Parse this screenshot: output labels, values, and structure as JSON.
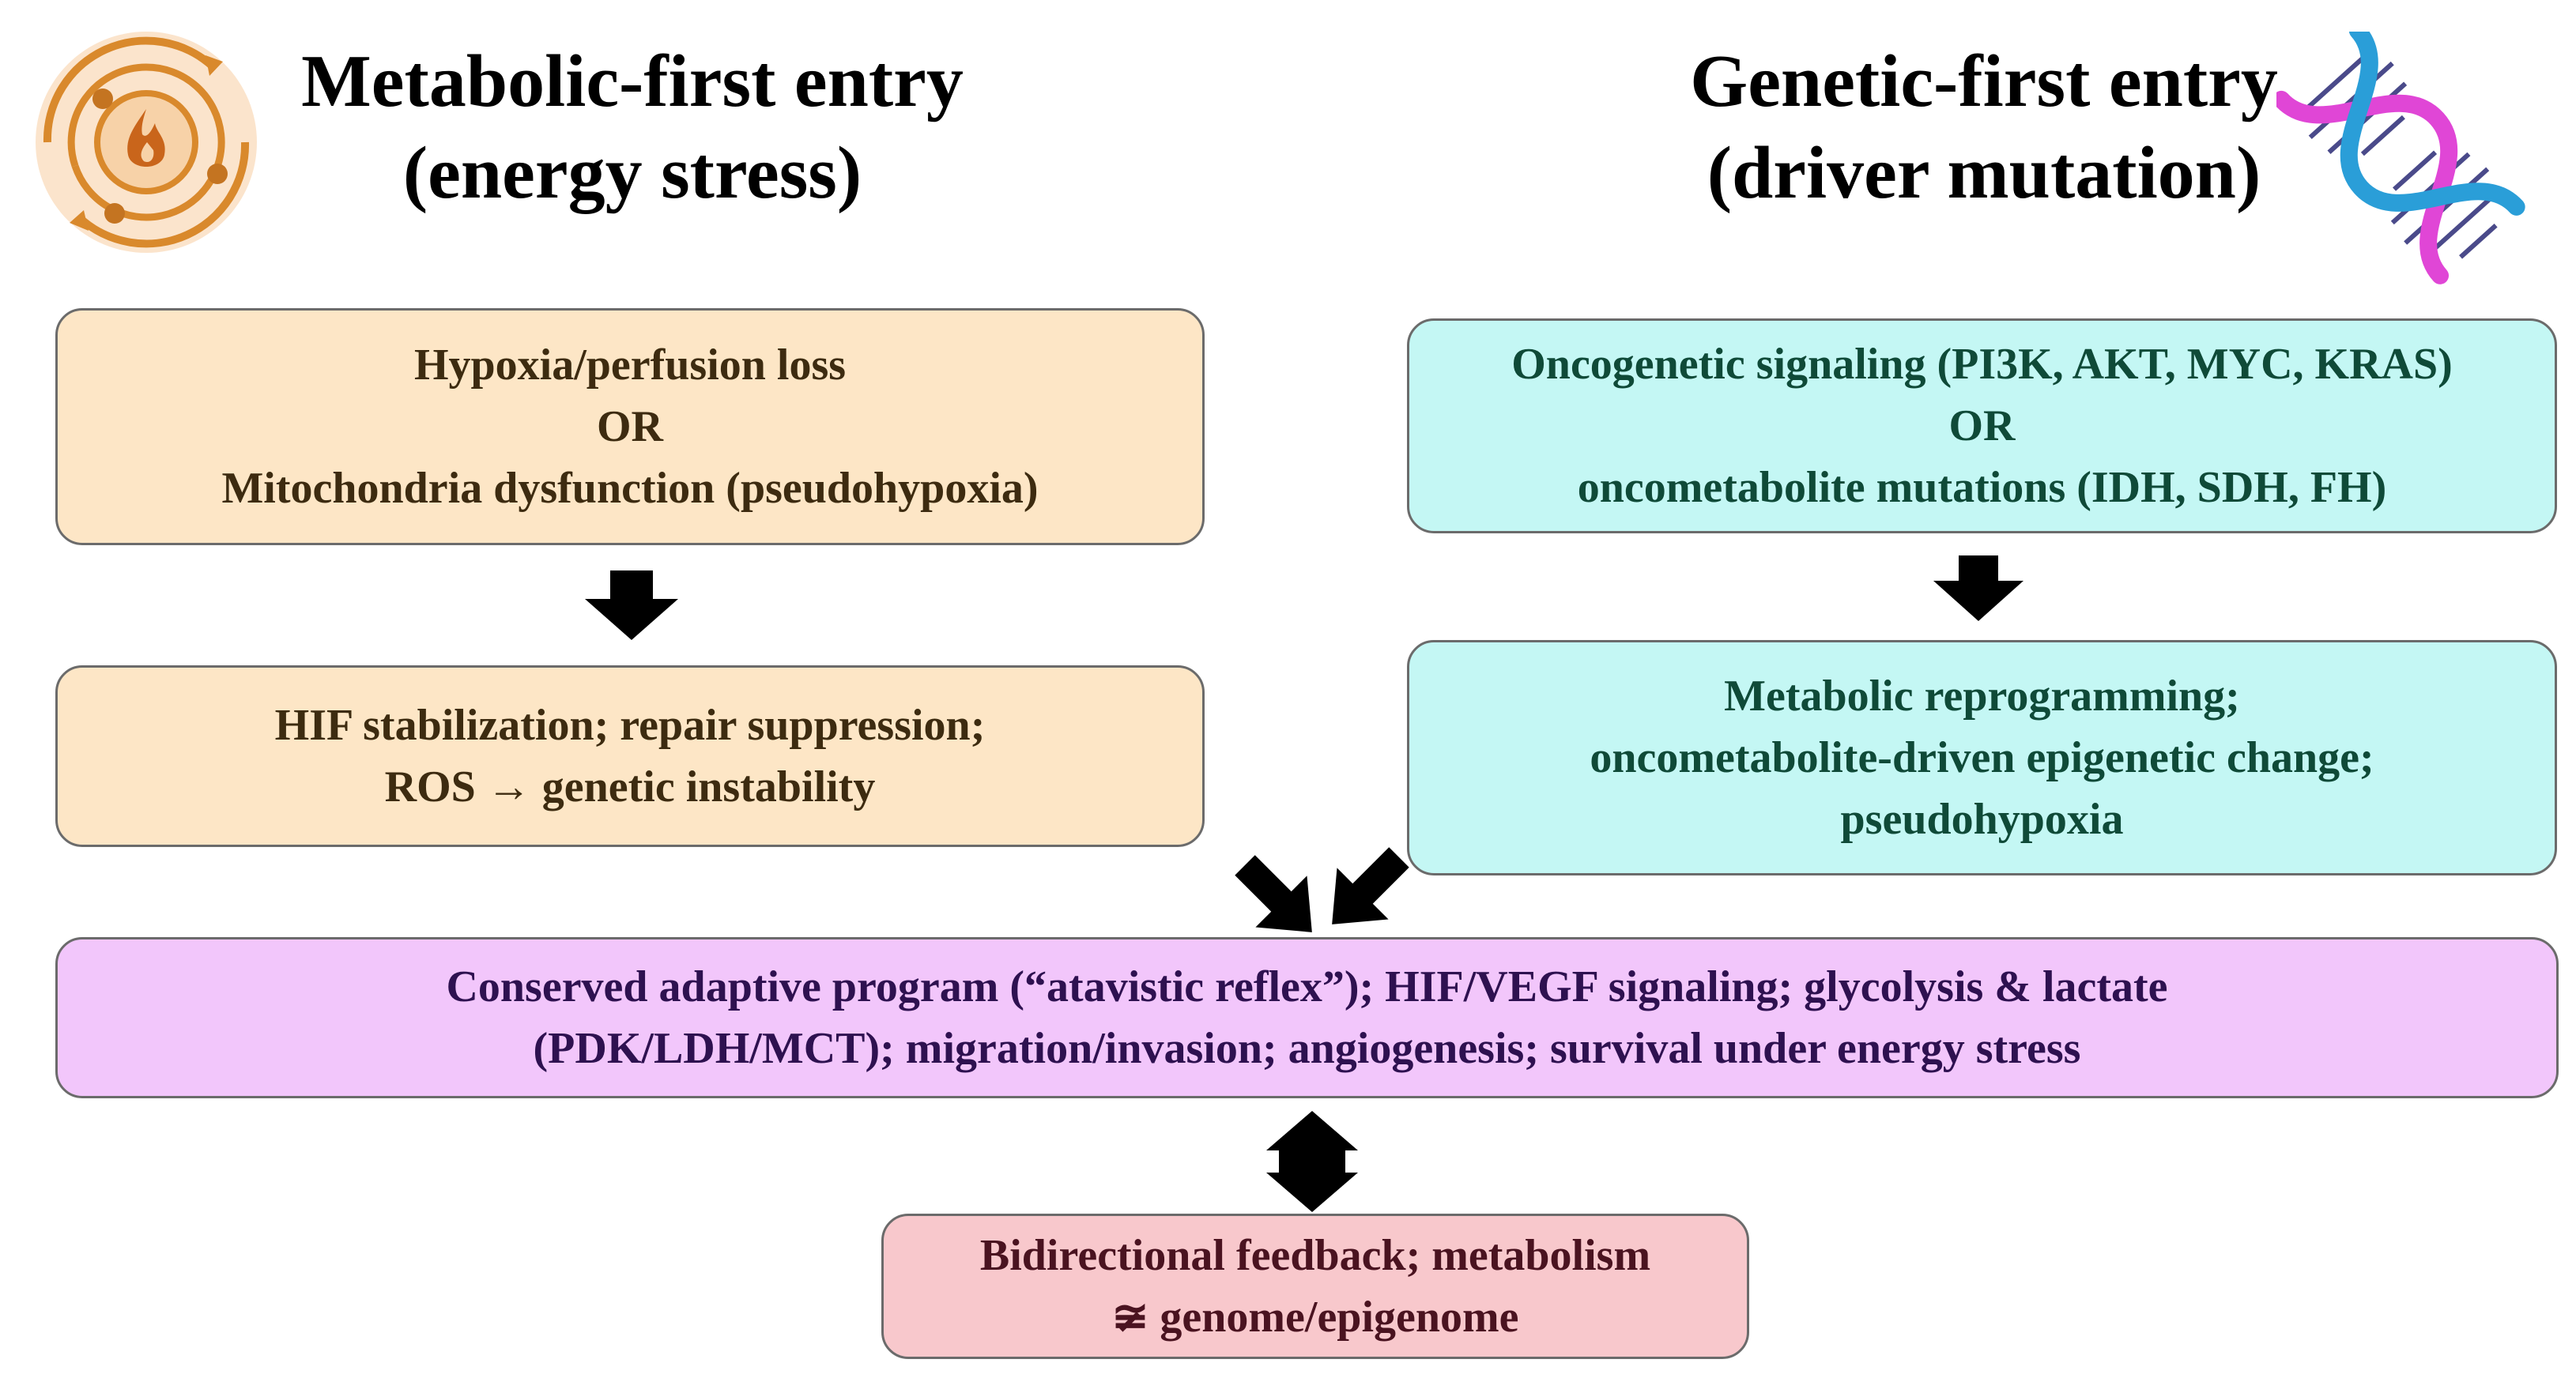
{
  "headings": {
    "metabolic": {
      "line1": "Metabolic-first entry",
      "line2": "(energy stress)"
    },
    "genetic": {
      "line1": "Genetic-first entry",
      "line2": "(driver mutation)"
    }
  },
  "boxes": {
    "metabolic_trigger": {
      "lines": [
        "Hypoxia/perfusion loss",
        "OR",
        "Mitochondria dysfunction (pseudohypoxia)"
      ],
      "color": "#fde6c6"
    },
    "metabolic_outcome": {
      "lines": [
        "HIF stabilization; repair suppression;",
        "ROS → genetic instability"
      ],
      "color": "#fde6c6"
    },
    "genetic_trigger": {
      "lines": [
        "Oncogenetic signaling (PI3K, AKT, MYC, KRAS)",
        "OR",
        "oncometabolite mutations (IDH, SDH, FH)"
      ],
      "color": "#c4f7f4"
    },
    "genetic_outcome": {
      "lines": [
        "Metabolic reprogramming;",
        "oncometabolite-driven epigenetic change;",
        "pseudohypoxia"
      ],
      "color": "#c4f7f4"
    },
    "adaptive_program": {
      "lines": [
        "Conserved adaptive program (“atavistic reflex”); HIF/VEGF signaling; glycolysis & lactate",
        "(PDK/LDH/MCT); migration/invasion; angiogenesis; survival under energy stress"
      ],
      "color": "#f2c6fb"
    },
    "feedback": {
      "lines": [
        "Bidirectional feedback; metabolism",
        "≆ genome/epigenome"
      ],
      "color": "#f8c8cc"
    }
  },
  "icons": {
    "metabolic": "metabolism-cycle-icon",
    "genetic": "dna-helix-icon"
  }
}
